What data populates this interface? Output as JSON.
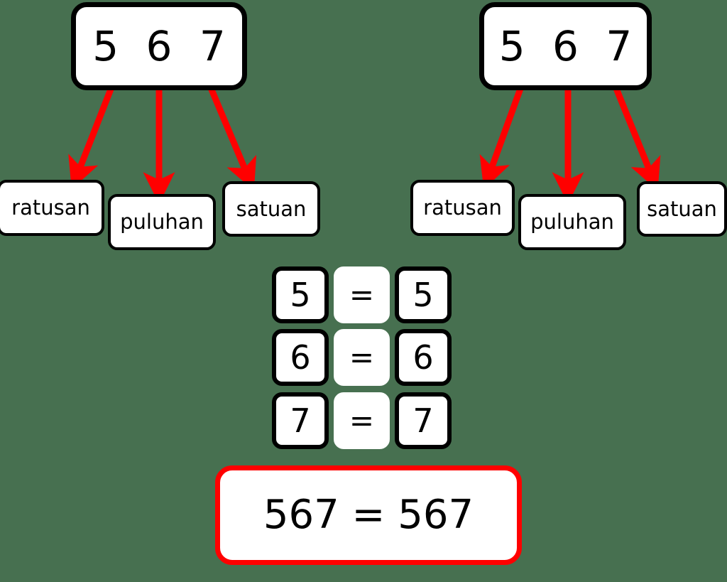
{
  "background_color": "#477050",
  "accent_color": "#ff0000",
  "outline_color": "#000000",
  "diagram": {
    "title_text": "567 = 567",
    "left_group": {
      "number_box": "5 6 7",
      "place_values": [
        {
          "label": "ratusan"
        },
        {
          "label": "puluhan"
        },
        {
          "label": "satuan"
        }
      ]
    },
    "right_group": {
      "number_box": "5 6 7",
      "place_values": [
        {
          "label": "ratusan"
        },
        {
          "label": "puluhan"
        },
        {
          "label": "satuan"
        }
      ]
    },
    "comparison_rows": [
      {
        "left": "5",
        "operator": "=",
        "right": "5"
      },
      {
        "left": "6",
        "operator": "=",
        "right": "6"
      },
      {
        "left": "7",
        "operator": "=",
        "right": "7"
      }
    ],
    "conclusion": "567 = 567"
  },
  "icons": {
    "arrow": "red-arrow-icon"
  }
}
